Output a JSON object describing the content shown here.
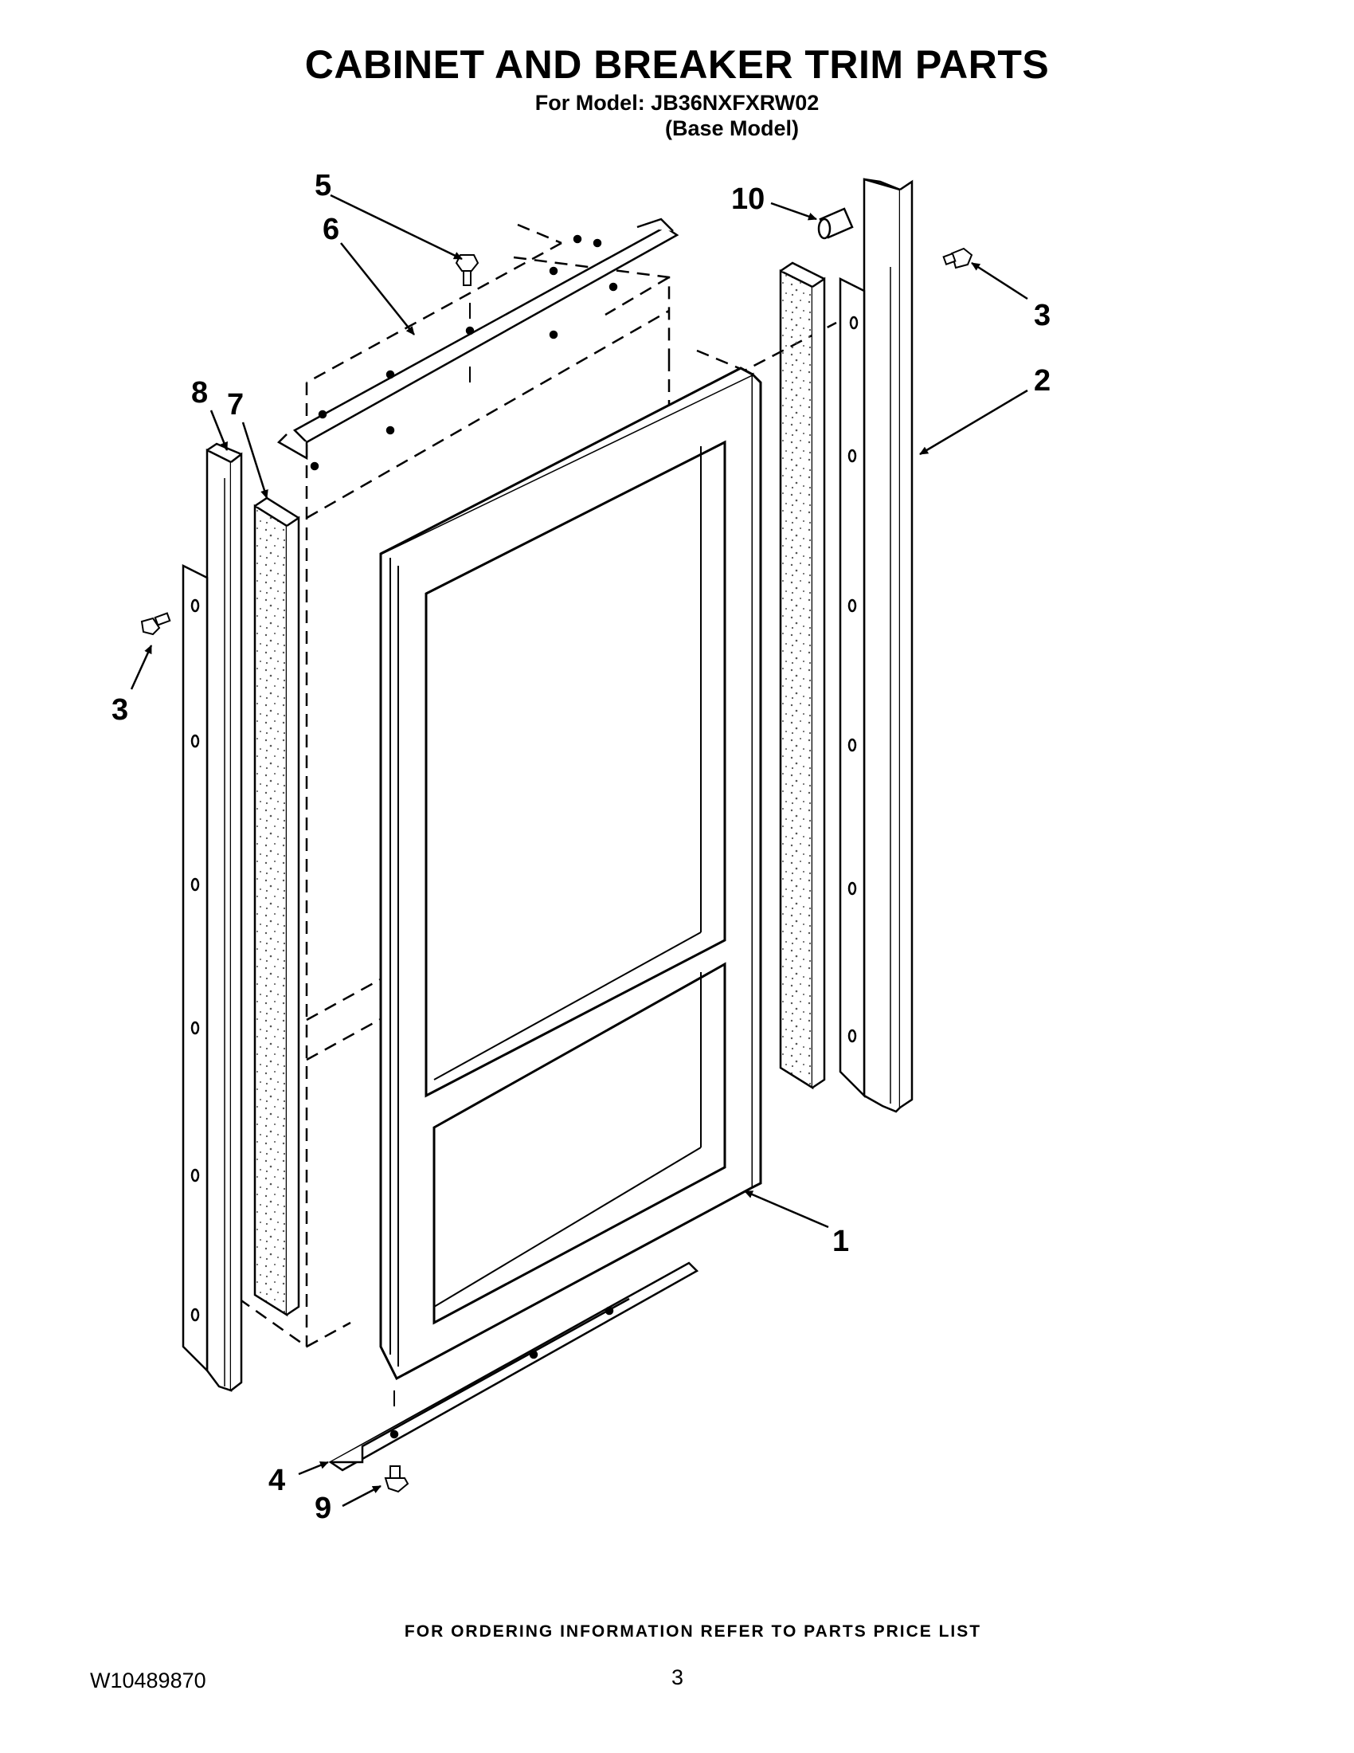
{
  "header": {
    "title": "CABINET AND BREAKER TRIM PARTS",
    "model_line": "For Model: JB36NXFXRW02",
    "model_note": "(Base Model)"
  },
  "callouts": {
    "c1": "1",
    "c2": "2",
    "c3a": "3",
    "c3b": "3",
    "c4": "4",
    "c5": "5",
    "c6": "6",
    "c7": "7",
    "c8": "8",
    "c9": "9",
    "c10": "10"
  },
  "footer": {
    "ordering_note": "FOR ORDERING INFORMATION REFER TO PARTS PRICE LIST",
    "document_number": "W10489870",
    "page_number": "3"
  }
}
